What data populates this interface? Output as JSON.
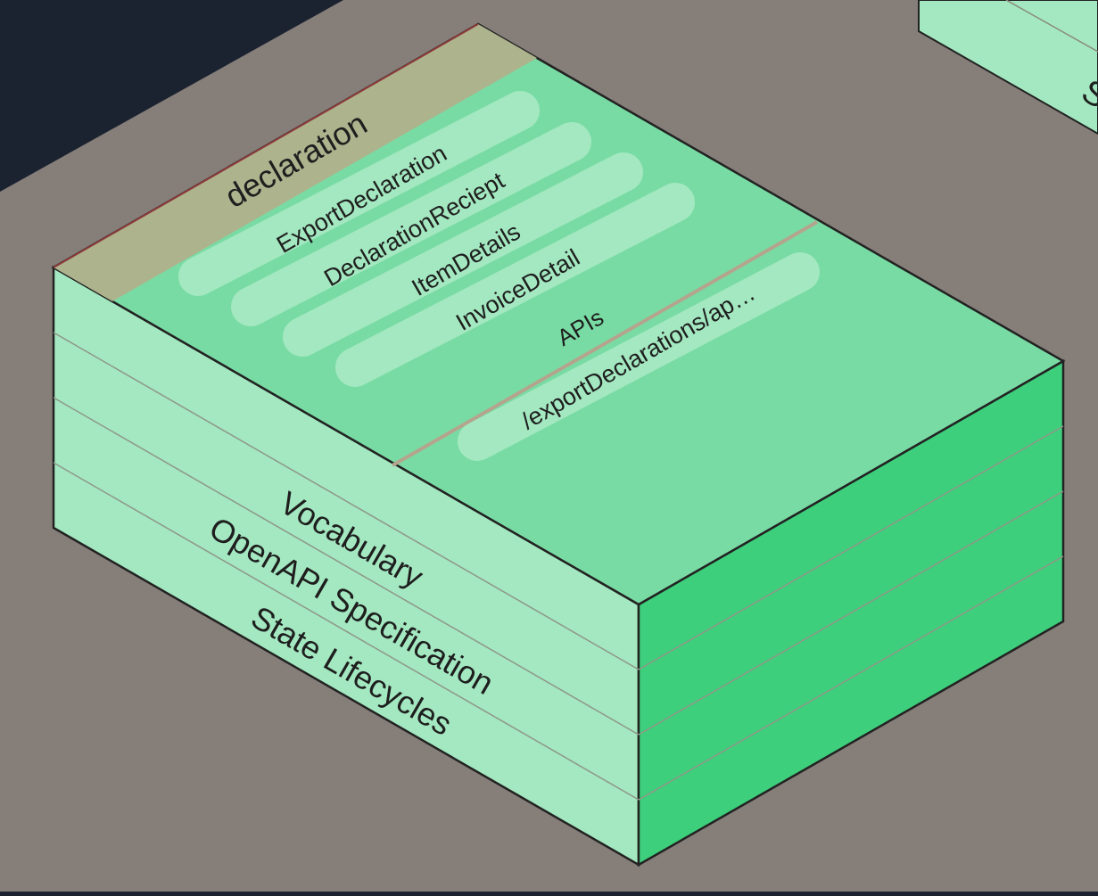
{
  "colors": {
    "background": "#1b2230",
    "platform": "#857e79",
    "header": "#adb38d",
    "top": "#79dba4",
    "pill": "#a3e8c0",
    "side_left": "#a3e8c0",
    "side_right": "#3ecf7c",
    "divider": "#b5a48d"
  },
  "block": {
    "title": "declaration",
    "entities": [
      "ExportDeclaration",
      "DeclarationReciept",
      "ItemDetails",
      "InvoiceDetail"
    ],
    "apis_label": "APIs",
    "api_items": [
      "/exportDeclarations/ap…"
    ],
    "layers": [
      "Vocabulary",
      "OpenAPI Specification",
      "State Lifecycles"
    ]
  },
  "neighbor_block": {
    "partial_label": "S"
  }
}
